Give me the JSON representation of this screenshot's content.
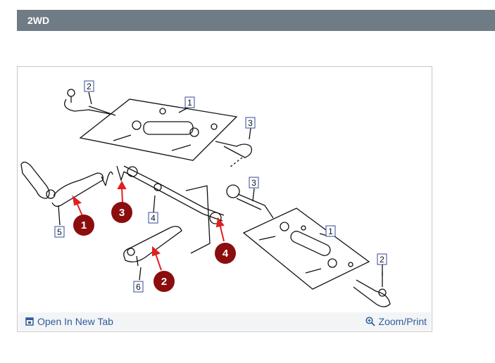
{
  "header": {
    "title": "2WD"
  },
  "diagram": {
    "part_labels": [
      "1",
      "2",
      "3",
      "4",
      "5",
      "6",
      "1",
      "2",
      "3"
    ],
    "callouts": [
      "1",
      "2",
      "3",
      "4"
    ],
    "callout_color": "#8b0d0d",
    "arrow_color": "#e02020"
  },
  "footer": {
    "open_tab_label": "Open In New Tab",
    "zoom_label": "Zoom/Print"
  },
  "colors": {
    "header_bg": "#6f7b85",
    "link": "#2d5c9a",
    "footer_bg": "#f3f4f6"
  }
}
